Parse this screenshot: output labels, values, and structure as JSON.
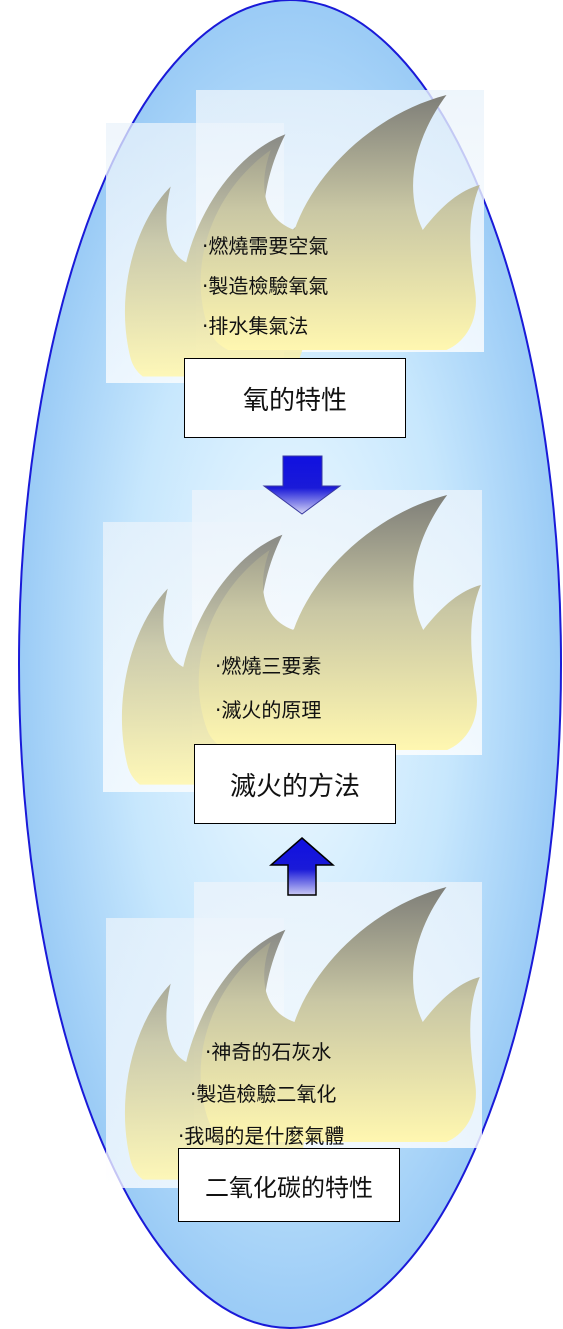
{
  "colors": {
    "ellipse_fill_center": "#e9f7ff",
    "ellipse_fill_edge": "#8fc4f4",
    "ellipse_stroke": "#1a1ad8",
    "flame_top": "#8a8a82",
    "flame_bottom": "#fff7b0",
    "arrow_top": "#1010e0",
    "arrow_bottom": "#c9c9f4"
  },
  "sections": [
    {
      "title": "氧的特性",
      "bullets": [
        "‧燃燒需要空氣",
        "‧製造檢驗氧氣",
        "‧排水集氣法"
      ]
    },
    {
      "title": "滅火的方法",
      "bullets": [
        "‧燃燒三要素",
        "‧滅火的原理"
      ]
    },
    {
      "title": "二氧化碳的特性",
      "bullets": [
        "‧神奇的石灰水",
        "‧製造檢驗二氧化",
        "‧我喝的是什麼氣體"
      ]
    }
  ],
  "arrows": [
    {
      "direction": "down",
      "icon": "arrow-down-icon"
    },
    {
      "direction": "up",
      "icon": "arrow-up-icon"
    }
  ]
}
